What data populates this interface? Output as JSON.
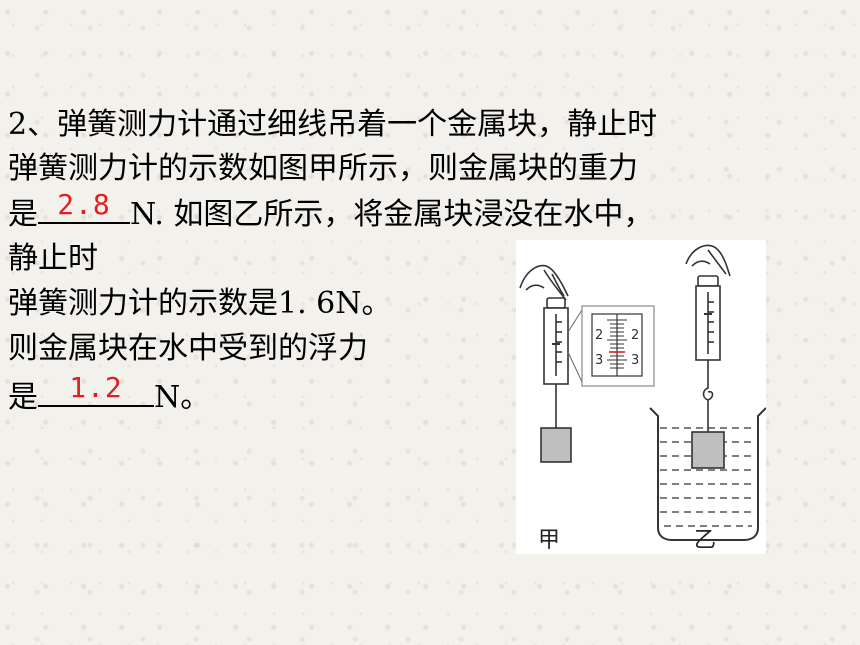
{
  "question": {
    "line1": "2、弹簧测力计通过细线吊着一个金属块，静止时",
    "line2": "弹簧测力计的示数如图甲所示，则金属块的重力",
    "line3_prefix": "是",
    "answer1": "2.8",
    "line3_suffix": "N. 如图乙所示，将金属块浸没在水中，",
    "line4": "静止时",
    "line5": "弹簧测力计的示数是1. 6N。",
    "line6": "则金属块在水中受到的浮力",
    "line7_prefix": "是",
    "answer2": "1.2",
    "line7_suffix": "N。"
  },
  "figure": {
    "caption_left": "甲",
    "caption_right": "乙",
    "scale_left_upper": "2",
    "scale_left_lower": "3",
    "scale_right_upper": "2",
    "scale_right_lower": "3"
  },
  "colors": {
    "answer": "#e02020",
    "text": "#000000",
    "background": "#f3f1ec"
  }
}
